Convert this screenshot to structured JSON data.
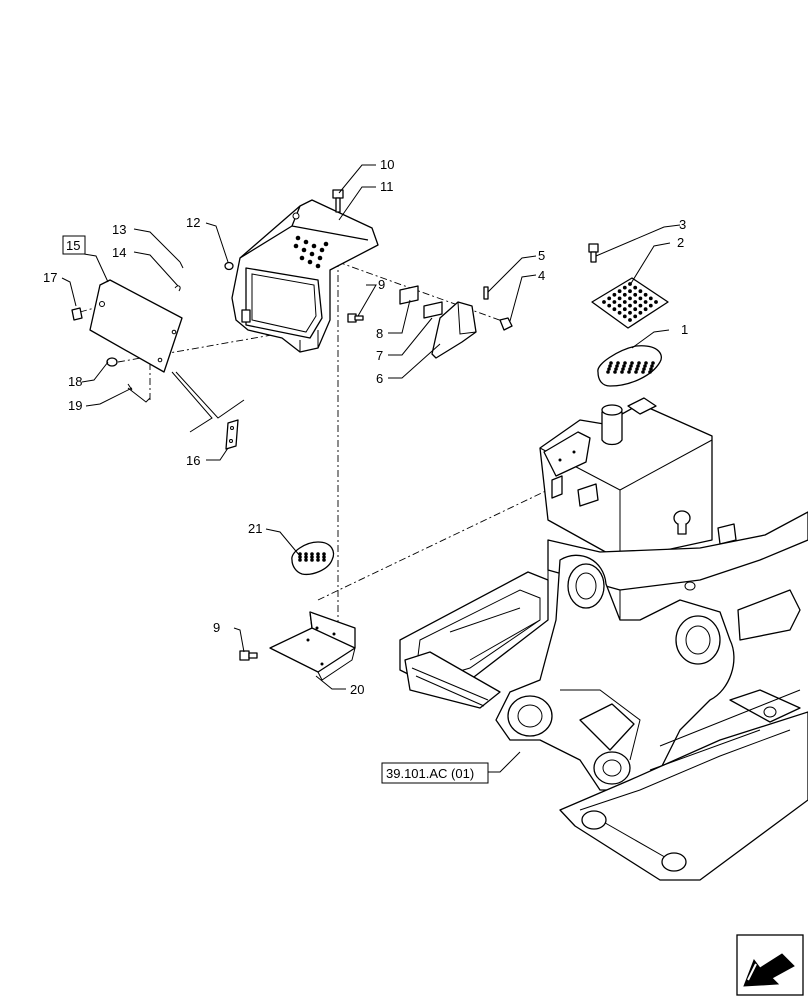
{
  "callouts": [
    {
      "id": "c1",
      "text": "1"
    },
    {
      "id": "c2",
      "text": "2"
    },
    {
      "id": "c3",
      "text": "3"
    },
    {
      "id": "c4",
      "text": "4"
    },
    {
      "id": "c5",
      "text": "5"
    },
    {
      "id": "c6",
      "text": "6"
    },
    {
      "id": "c7",
      "text": "7"
    },
    {
      "id": "c8",
      "text": "8"
    },
    {
      "id": "c9a",
      "text": "9"
    },
    {
      "id": "c9b",
      "text": "9"
    },
    {
      "id": "c10",
      "text": "10"
    },
    {
      "id": "c11",
      "text": "11"
    },
    {
      "id": "c12",
      "text": "12"
    },
    {
      "id": "c13",
      "text": "13"
    },
    {
      "id": "c14",
      "text": "14"
    },
    {
      "id": "c15",
      "text": "15"
    },
    {
      "id": "c16",
      "text": "16"
    },
    {
      "id": "c17",
      "text": "17"
    },
    {
      "id": "c18",
      "text": "18"
    },
    {
      "id": "c19",
      "text": "19"
    },
    {
      "id": "c20",
      "text": "20"
    },
    {
      "id": "c21",
      "text": "21"
    }
  ],
  "reference": {
    "text": "39.101.AC (01)"
  },
  "nav_icon": "next-page-arrow-icon"
}
